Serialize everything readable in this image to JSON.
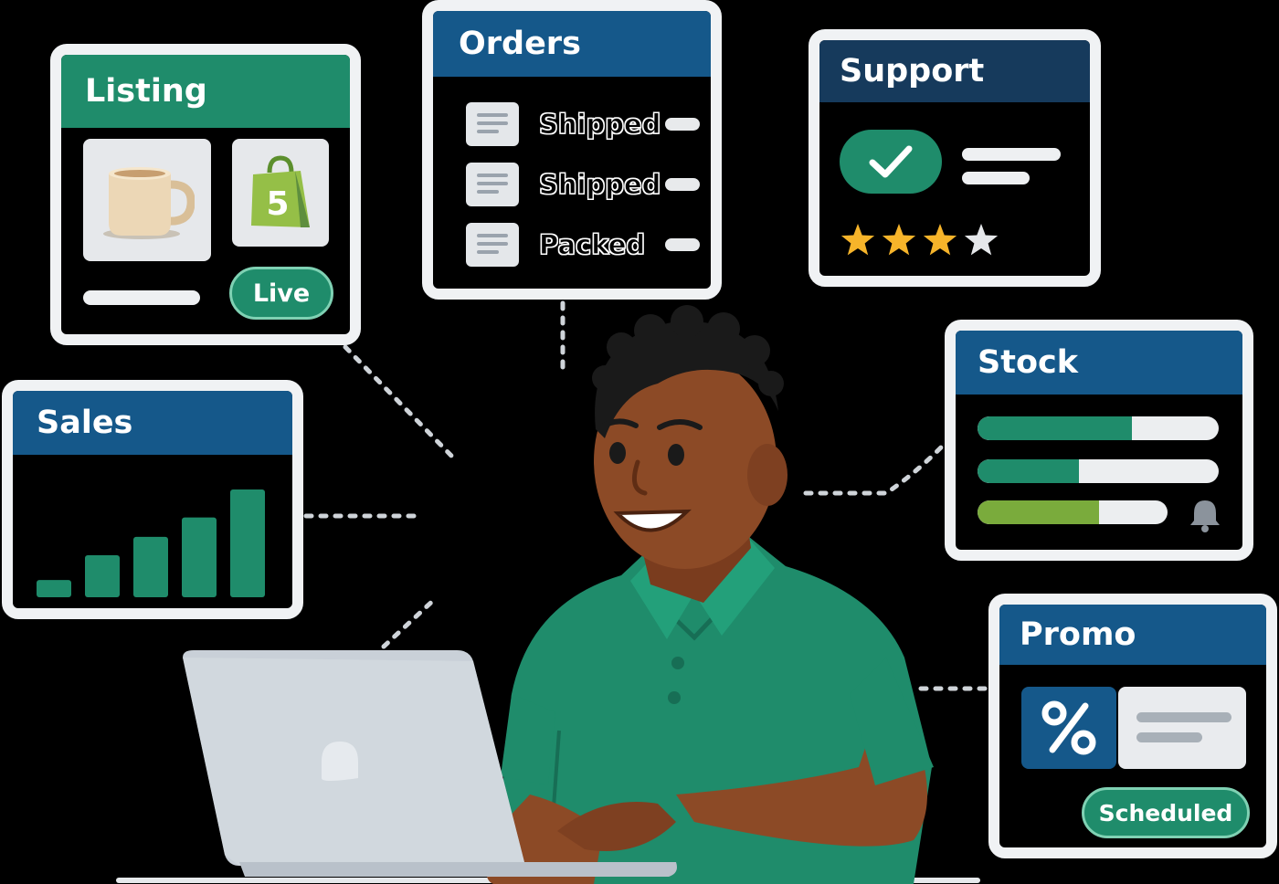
{
  "listing": {
    "title": "Listing",
    "status": "Live"
  },
  "orders": {
    "title": "Orders",
    "rows": [
      {
        "status": "Shipped"
      },
      {
        "status": "Shipped"
      },
      {
        "status": "Packed"
      }
    ]
  },
  "support": {
    "title": "Support",
    "rating": 3,
    "rating_max": 4
  },
  "sales": {
    "title": "Sales",
    "bars": [
      0.16,
      0.39,
      0.56,
      0.74,
      1.0
    ]
  },
  "stock": {
    "title": "Stock",
    "levels": [
      {
        "fraction": 0.64,
        "color": "#1f8c6b"
      },
      {
        "fraction": 0.42,
        "color": "#1f8c6b"
      },
      {
        "fraction": 0.64,
        "color": "#7aab3c"
      }
    ]
  },
  "promo": {
    "title": "Promo",
    "status": "Scheduled"
  },
  "colors": {
    "accent_green": "#1f8c6b",
    "accent_blue": "#15588a",
    "card_frame": "#f0f2f4",
    "star": "#f6b42a"
  },
  "icons": [
    "coffee-mug-icon",
    "shopify-bag-icon",
    "document-icon",
    "checkmark-icon",
    "star-icon",
    "bell-icon",
    "percent-icon",
    "laptop-icon"
  ]
}
